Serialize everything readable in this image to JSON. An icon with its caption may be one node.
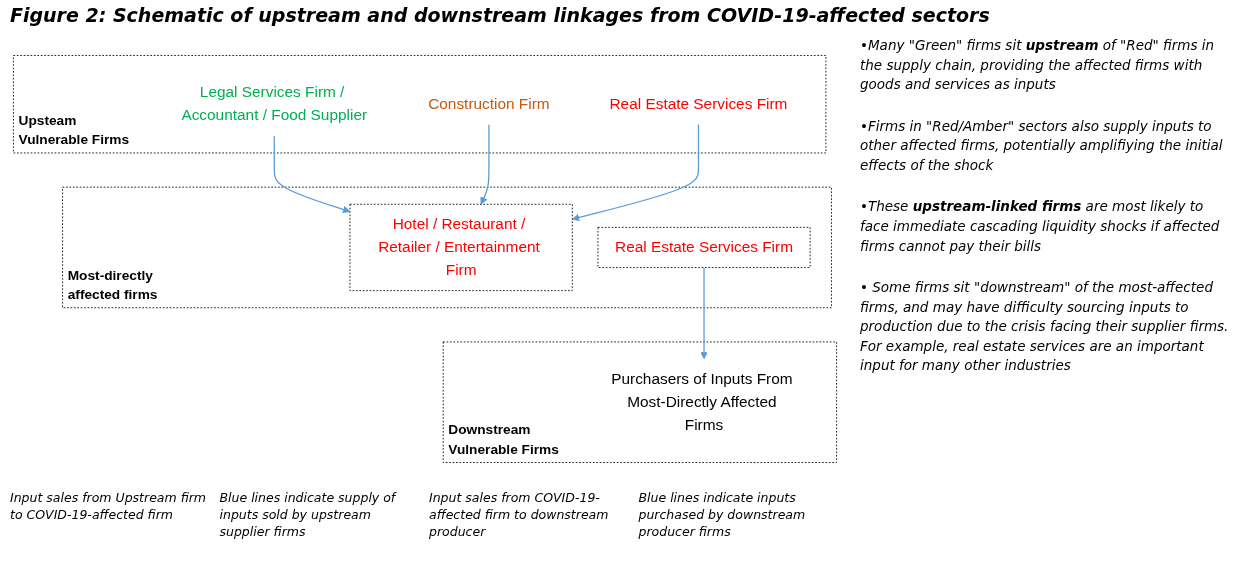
{
  "diagram": {
    "title": "Figure 2: Schematic of upstream and downstream linkages from COVID-19-affected sectors",
    "nodes": [
      {
        "text": [
          "Upsteam Vulnerable Firms"
        ]
      },
      {
        "text": [
          "Legal Services Firm / Accountant / Food Supplier"
        ],
        "in": 0
      },
      {
        "text": [
          "Construction Firm"
        ],
        "in": 0
      },
      {
        "text": [
          "Real Estate Services Firm"
        ],
        "in": 0
      },
      {
        "text": [
          "Most-directly affected firms"
        ]
      },
      {
        "text": [
          "Hotel / Restaurant / Retailer / Entertainment Firm"
        ],
        "in": 4
      },
      {
        "text": [
          "Real Estate Services Firm"
        ],
        "in": 4
      },
      {
        "text": [
          "Downstream Vulnerable Firms"
        ]
      },
      {
        "text": [
          "Purchasers of Inputs From Most-Directly Affected Firms"
        ],
        "in": 7
      }
    ],
    "edges": [
      {
        "from": 1,
        "to": 5,
        "arrow": "to"
      },
      {
        "from": 2,
        "to": 5,
        "arrow": "to"
      },
      {
        "from": 3,
        "to": 5,
        "arrow": "to"
      },
      {
        "from": 6,
        "to": 8,
        "arrow": "to"
      }
    ],
    "labels": [
      "Input sales from Upstream firm to COVID-19-affected firm",
      "Blue lines indicate supply of inputs sold by upstream supplier firms",
      "•Many \"Green\" firms sit **upstream** of \"Red\" firms in the supply chain, providing the affected firms with goods and services as inputs",
      "•Firms in \"Red/Amber\" sectors also supply inputs to other affected firms, potentially amplifiying the initial effects of the shock",
      "•These **upstream-linked firms** are most likely to face immediate cascading liquidity shocks if affected firms cannot pay their bills",
      "Input sales from COVID-19-affected firm to downstream producer",
      "Blue lines indicate inputs purchased by downstream producer firms",
      "• Some firms sit \"downstream\" of the most-affected firms, and may have difficulty sourcing inputs to production due to the crisis facing their supplier firms. For example, real estate services are an important input for many other industries"
    ]
  }
}
